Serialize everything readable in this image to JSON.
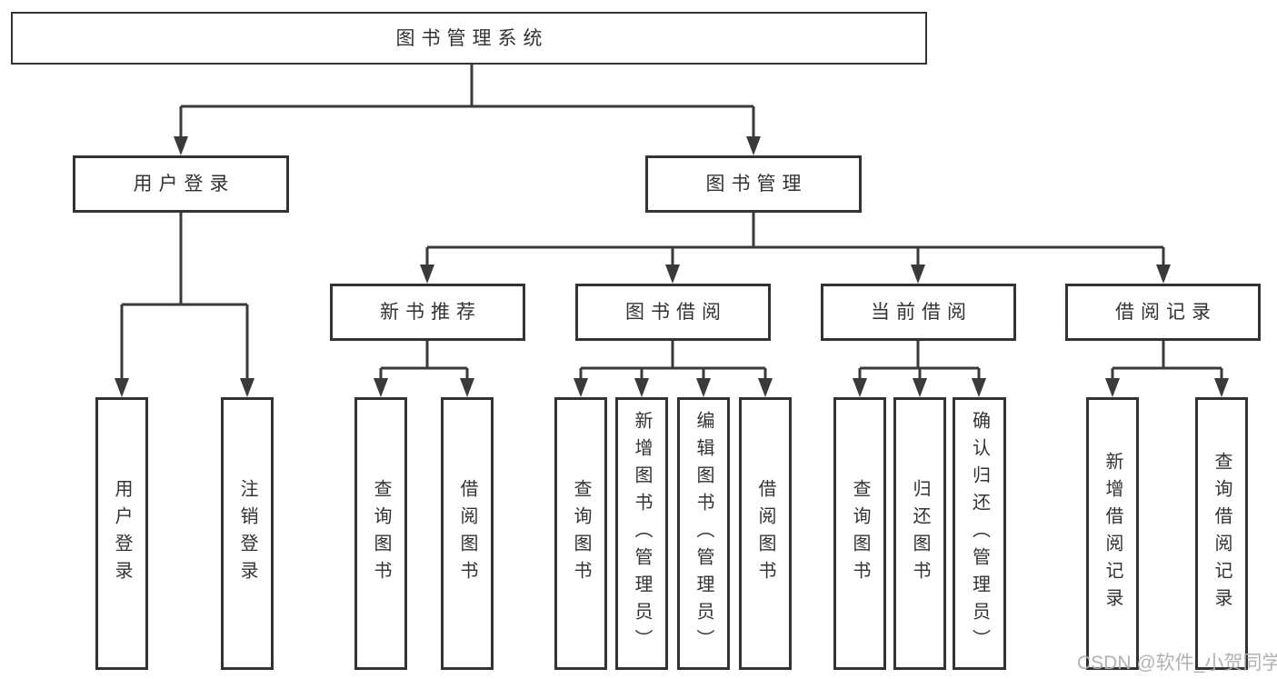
{
  "root": {
    "label": "图书管理系统"
  },
  "user_login": {
    "label": "用户登录",
    "children": [
      {
        "label": "用户登录"
      },
      {
        "label": "注销登录"
      }
    ]
  },
  "book_management": {
    "label": "图书管理",
    "sections": [
      {
        "label": "新书推荐",
        "children": [
          {
            "label": "查询图书"
          },
          {
            "label": "借阅图书"
          }
        ]
      },
      {
        "label": "图书借阅",
        "children": [
          {
            "label": "查询图书"
          },
          {
            "label": "新增图书（管理员）"
          },
          {
            "label": "编辑图书（管理员）"
          },
          {
            "label": "借阅图书"
          }
        ]
      },
      {
        "label": "当前借阅",
        "children": [
          {
            "label": "查询图书"
          },
          {
            "label": "归还图书"
          },
          {
            "label": "确认归还（管理员）"
          }
        ]
      },
      {
        "label": "借阅记录",
        "children": [
          {
            "label": "新增借阅记录"
          },
          {
            "label": "查询借阅记录"
          }
        ]
      }
    ]
  },
  "watermark": {
    "text": "CSDN @软件_小贺同学"
  },
  "colors": {
    "line": "#3a3a3a",
    "border": "#333333",
    "text": "#333333",
    "watermark": "#aeaeae",
    "background": "#ffffff"
  }
}
